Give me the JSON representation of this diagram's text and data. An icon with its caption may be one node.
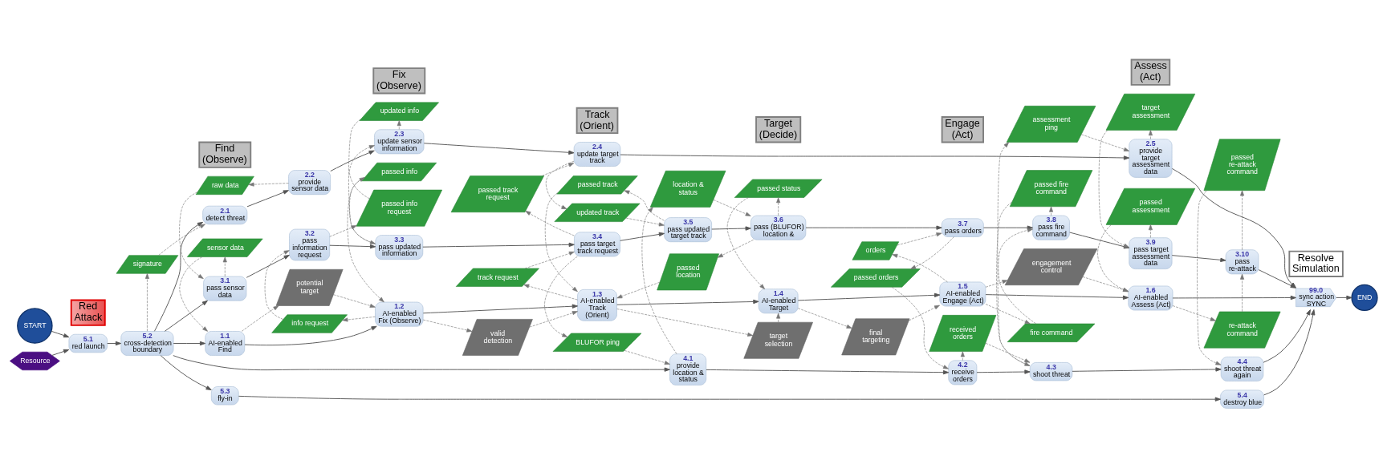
{
  "diagram": {
    "nodes": [
      {
        "text": [
          "START"
        ]
      },
      {
        "text": [
          "Resource"
        ]
      },
      {
        "text": [
          "5.1",
          "red launch"
        ]
      },
      {
        "text": [
          "5.2",
          "cross-detection boundary"
        ]
      },
      {
        "text": [
          "signature"
        ]
      },
      {
        "text": [
          "1.1",
          "AI-enabled Find"
        ]
      },
      {
        "text": [
          "sensor data"
        ]
      },
      {
        "text": [
          "3.1",
          "pass sensor data"
        ]
      },
      {
        "text": [
          "raw data"
        ]
      },
      {
        "text": [
          "2.1",
          "detect threat"
        ]
      },
      {
        "text": [
          "2.2",
          "provide sensor data"
        ]
      },
      {
        "text": [
          "5.3",
          "fly-in"
        ]
      },
      {
        "text": [
          "potential target"
        ]
      },
      {
        "text": [
          "1.2",
          "AI-enabled Fix (Observe)"
        ]
      },
      {
        "text": [
          "info request"
        ]
      },
      {
        "text": [
          "3.2",
          "pass information request"
        ]
      },
      {
        "text": [
          "passed info request"
        ]
      },
      {
        "text": [
          "2.3",
          "update sensor information"
        ]
      },
      {
        "text": [
          "updated info"
        ]
      },
      {
        "text": [
          "3.3",
          "pass updated information"
        ]
      },
      {
        "text": [
          "passed info"
        ]
      },
      {
        "text": [
          "valid detection"
        ]
      },
      {
        "text": [
          "1.3",
          "AI-enabled Track (Orient)"
        ]
      },
      {
        "text": [
          "track request"
        ]
      },
      {
        "text": [
          "3.4",
          "pass target track request"
        ]
      },
      {
        "text": [
          "BLUFOR ping"
        ]
      },
      {
        "text": [
          "passed track request"
        ]
      },
      {
        "text": [
          "2.4",
          "update target track"
        ]
      },
      {
        "text": [
          "passed track"
        ]
      },
      {
        "text": [
          "3.5",
          "pass updated target track"
        ]
      },
      {
        "text": [
          "updated track"
        ]
      },
      {
        "text": [
          "4.1",
          "provide location & status"
        ]
      },
      {
        "text": [
          "target selection"
        ]
      },
      {
        "text": [
          "1.4",
          "AI-enabled Target"
        ]
      },
      {
        "text": [
          "passed location"
        ]
      },
      {
        "text": [
          "passed status"
        ]
      },
      {
        "text": [
          "3.6",
          "pass (BLUFOR) location &"
        ]
      },
      {
        "text": [
          "location & status"
        ]
      },
      {
        "text": [
          "final targeting"
        ]
      },
      {
        "text": [
          "1.5",
          "AI-enabled Engage (Act)"
        ]
      },
      {
        "text": [
          "orders"
        ]
      },
      {
        "text": [
          "passed orders"
        ]
      },
      {
        "text": [
          "3.7",
          "pass orders"
        ]
      },
      {
        "text": [
          "4.2",
          "receive orders"
        ]
      },
      {
        "text": [
          "received orders"
        ]
      },
      {
        "text": [
          "engagement control"
        ]
      },
      {
        "text": [
          "fire command"
        ]
      },
      {
        "text": [
          "3.8",
          "pass fire command"
        ]
      },
      {
        "text": [
          "passed fire command"
        ]
      },
      {
        "text": [
          "4.3",
          "shoot threat"
        ]
      },
      {
        "text": [
          "assessment ping"
        ]
      },
      {
        "text": [
          "passed assessment"
        ]
      },
      {
        "text": [
          "1.6",
          "AI-enabled Assess (Act)"
        ]
      },
      {
        "text": [
          "target assessment"
        ]
      },
      {
        "text": [
          "3.9",
          "pass target assessment data"
        ]
      },
      {
        "text": [
          "2.5",
          "provide target assessment data"
        ]
      },
      {
        "text": [
          "re-attack command"
        ]
      },
      {
        "text": [
          "3.10",
          "pass re-attack"
        ]
      },
      {
        "text": [
          "passed re-attack command"
        ]
      },
      {
        "text": [
          "4.4",
          "shoot threat again"
        ]
      },
      {
        "text": [
          "5.4",
          "destroy blue"
        ]
      },
      {
        "text": [
          "99.0",
          "sync action",
          "SYNC"
        ]
      },
      {
        "text": [
          "END"
        ]
      },
      {
        "text": [
          "Red Attack"
        ]
      },
      {
        "text": [
          "Find (Observe)"
        ]
      },
      {
        "text": [
          "Fix (Observe)"
        ]
      },
      {
        "text": [
          "Track (Orient)"
        ]
      },
      {
        "text": [
          "Target (Decide)"
        ]
      },
      {
        "text": [
          "Engage (Act)"
        ]
      },
      {
        "text": [
          "Assess (Act)"
        ]
      },
      {
        "text": [
          "Resolve Simulation"
        ]
      }
    ],
    "edges": [
      {
        "from": 0,
        "to": 2,
        "arrow": "to"
      },
      {
        "from": 1,
        "to": 2,
        "arrow": "to"
      },
      {
        "from": 2,
        "to": 3,
        "arrow": "to"
      },
      {
        "from": 3,
        "to": 5,
        "arrow": "to"
      },
      {
        "from": 3,
        "to": 7,
        "arrow": "to"
      },
      {
        "from": 3,
        "to": 31,
        "arrow": "to"
      },
      {
        "from": 3,
        "to": 9,
        "arrow": "to"
      },
      {
        "from": 3,
        "to": 11,
        "arrow": "to"
      },
      {
        "from": 5,
        "to": 13,
        "arrow": "to"
      },
      {
        "from": 13,
        "to": 22,
        "arrow": "to"
      },
      {
        "from": 22,
        "to": 33,
        "arrow": "to"
      },
      {
        "from": 33,
        "to": 39,
        "arrow": "to"
      },
      {
        "from": 39,
        "to": 52,
        "arrow": "to"
      },
      {
        "from": 52,
        "to": 61,
        "arrow": "to"
      },
      {
        "from": 7,
        "to": 15,
        "arrow": "to"
      },
      {
        "from": 15,
        "to": 19,
        "arrow": "to"
      },
      {
        "from": 19,
        "to": 24,
        "arrow": "to"
      },
      {
        "from": 24,
        "to": 29,
        "arrow": "to"
      },
      {
        "from": 29,
        "to": 36,
        "arrow": "to"
      },
      {
        "from": 36,
        "to": 42,
        "arrow": "to"
      },
      {
        "from": 42,
        "to": 47,
        "arrow": "to"
      },
      {
        "from": 47,
        "to": 54,
        "arrow": "to"
      },
      {
        "from": 54,
        "to": 57,
        "arrow": "to"
      },
      {
        "from": 57,
        "to": 61,
        "arrow": "to"
      },
      {
        "from": 31,
        "to": 43,
        "arrow": "to"
      },
      {
        "from": 43,
        "to": 49,
        "arrow": "to"
      },
      {
        "from": 49,
        "to": 59,
        "arrow": "to"
      },
      {
        "from": 59,
        "to": 61,
        "arrow": "to"
      },
      {
        "from": 9,
        "to": 10,
        "arrow": "to"
      },
      {
        "from": 10,
        "to": 17,
        "arrow": "to"
      },
      {
        "from": 17,
        "to": 27,
        "arrow": "to"
      },
      {
        "from": 27,
        "to": 55,
        "arrow": "to"
      },
      {
        "from": 55,
        "to": 61,
        "arrow": "to"
      },
      {
        "from": 11,
        "to": 60,
        "arrow": "to"
      },
      {
        "from": 60,
        "to": 61,
        "arrow": "to"
      },
      {
        "from": 61,
        "to": 62,
        "arrow": "to"
      },
      {
        "from": 3,
        "to": 4,
        "arrow": "to",
        "style": "dashed"
      },
      {
        "from": 4,
        "to": 9,
        "arrow": "to",
        "style": "dashed"
      },
      {
        "from": 7,
        "to": 6,
        "arrow": "to",
        "style": "dashed"
      },
      {
        "from": 6,
        "to": 5,
        "arrow": "to",
        "style": "dashed"
      },
      {
        "from": 10,
        "to": 8,
        "arrow": "to",
        "style": "dashed"
      },
      {
        "from": 8,
        "to": 7,
        "arrow": "to",
        "style": "dashed"
      },
      {
        "from": 5,
        "to": 12,
        "arrow": "to",
        "style": "dashed"
      },
      {
        "from": 12,
        "to": 13,
        "arrow": "to",
        "style": "dashed"
      },
      {
        "from": 13,
        "to": 14,
        "arrow": "to",
        "style": "dashed"
      },
      {
        "from": 14,
        "to": 15,
        "arrow": "to",
        "style": "dashed"
      },
      {
        "from": 15,
        "to": 16,
        "arrow": "to",
        "style": "dashed"
      },
      {
        "from": 16,
        "to": 17,
        "arrow": "to",
        "style": "dashed"
      },
      {
        "from": 17,
        "to": 18,
        "arrow": "to",
        "style": "dashed"
      },
      {
        "from": 18,
        "to": 19,
        "arrow": "to",
        "style": "dashed"
      },
      {
        "from": 19,
        "to": 20,
        "arrow": "to",
        "style": "dashed"
      },
      {
        "from": 20,
        "to": 13,
        "arrow": "to",
        "style": "dashed"
      },
      {
        "from": 13,
        "to": 21,
        "arrow": "to",
        "style": "dashed"
      },
      {
        "from": 21,
        "to": 22,
        "arrow": "to",
        "style": "dashed"
      },
      {
        "from": 22,
        "to": 23,
        "arrow": "to",
        "style": "dashed"
      },
      {
        "from": 23,
        "to": 24,
        "arrow": "to",
        "style": "dashed"
      },
      {
        "from": 24,
        "to": 25,
        "arrow": "to",
        "style": "dashed"
      },
      {
        "from": 25,
        "to": 31,
        "arrow": "to",
        "style": "dashed"
      },
      {
        "from": 24,
        "to": 26,
        "arrow": "to",
        "style": "dashed"
      },
      {
        "from": 26,
        "to": 27,
        "arrow": "to",
        "style": "dashed"
      },
      {
        "from": 27,
        "to": 30,
        "arrow": "to",
        "style": "dashed"
      },
      {
        "from": 30,
        "to": 29,
        "arrow": "to",
        "style": "dashed"
      },
      {
        "from": 29,
        "to": 28,
        "arrow": "to",
        "style": "dashed"
      },
      {
        "from": 28,
        "to": 22,
        "arrow": "to",
        "style": "dashed"
      },
      {
        "from": 22,
        "to": 32,
        "arrow": "to",
        "style": "dashed"
      },
      {
        "from": 32,
        "to": 33,
        "arrow": "to",
        "style": "dashed"
      },
      {
        "from": 36,
        "to": 34,
        "arrow": "to",
        "style": "dashed"
      },
      {
        "from": 34,
        "to": 22,
        "arrow": "to",
        "style": "dashed"
      },
      {
        "from": 36,
        "to": 35,
        "arrow": "to",
        "style": "dashed"
      },
      {
        "from": 35,
        "to": 33,
        "arrow": "to",
        "style": "dashed"
      },
      {
        "from": 31,
        "to": 37,
        "arrow": "to",
        "style": "dashed"
      },
      {
        "from": 37,
        "to": 36,
        "arrow": "to",
        "style": "dashed"
      },
      {
        "from": 33,
        "to": 38,
        "arrow": "to",
        "style": "dashed"
      },
      {
        "from": 38,
        "to": 39,
        "arrow": "to",
        "style": "dashed"
      },
      {
        "from": 39,
        "to": 40,
        "arrow": "to",
        "style": "dashed"
      },
      {
        "from": 40,
        "to": 42,
        "arrow": "to",
        "style": "dashed"
      },
      {
        "from": 42,
        "to": 41,
        "arrow": "to",
        "style": "dashed"
      },
      {
        "from": 41,
        "to": 43,
        "arrow": "to",
        "style": "dashed"
      },
      {
        "from": 43,
        "to": 44,
        "arrow": "to",
        "style": "dashed"
      },
      {
        "from": 44,
        "to": 49,
        "arrow": "to",
        "style": "dashed"
      },
      {
        "from": 39,
        "to": 45,
        "arrow": "to",
        "style": "dashed"
      },
      {
        "from": 45,
        "to": 52,
        "arrow": "to",
        "style": "dashed"
      },
      {
        "from": 39,
        "to": 46,
        "arrow": "to",
        "style": "dashed"
      },
      {
        "from": 46,
        "to": 47,
        "arrow": "to",
        "style": "dashed"
      },
      {
        "from": 47,
        "to": 48,
        "arrow": "to",
        "style": "dashed"
      },
      {
        "from": 48,
        "to": 49,
        "arrow": "to",
        "style": "dashed"
      },
      {
        "from": 49,
        "to": 50,
        "arrow": "to",
        "style": "dashed"
      },
      {
        "from": 50,
        "to": 55,
        "arrow": "to",
        "style": "dashed"
      },
      {
        "from": 54,
        "to": 51,
        "arrow": "to",
        "style": "dashed"
      },
      {
        "from": 51,
        "to": 52,
        "arrow": "to",
        "style": "dashed"
      },
      {
        "from": 55,
        "to": 53,
        "arrow": "to",
        "style": "dashed"
      },
      {
        "from": 53,
        "to": 54,
        "arrow": "to",
        "style": "dashed"
      },
      {
        "from": 52,
        "to": 56,
        "arrow": "to",
        "style": "dashed"
      },
      {
        "from": 56,
        "to": 57,
        "arrow": "to",
        "style": "dashed"
      },
      {
        "from": 57,
        "to": 58,
        "arrow": "to",
        "style": "dashed"
      },
      {
        "from": 58,
        "to": 59,
        "arrow": "to",
        "style": "dashed"
      }
    ]
  }
}
